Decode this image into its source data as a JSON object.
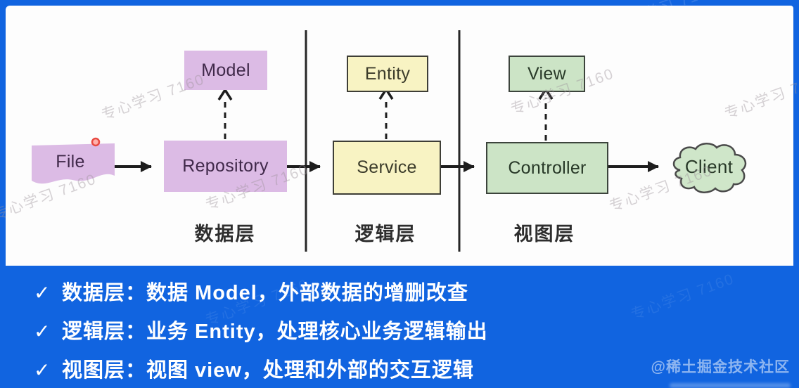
{
  "canvas": {
    "nodes": {
      "file": {
        "label": "File"
      },
      "repository": {
        "label": "Repository"
      },
      "model": {
        "label": "Model"
      },
      "service": {
        "label": "Service"
      },
      "entity": {
        "label": "Entity"
      },
      "controller": {
        "label": "Controller"
      },
      "view": {
        "label": "View"
      },
      "client": {
        "label": "Client"
      }
    },
    "layer_labels": [
      {
        "label": "数据层"
      },
      {
        "label": "逻辑层"
      },
      {
        "label": "视图层"
      }
    ]
  },
  "notes": [
    {
      "check": "✓",
      "text": "数据层：数据 Model，外部数据的增删改查"
    },
    {
      "check": "✓",
      "text": "逻辑层：业务 Entity，处理核心业务逻辑输出"
    },
    {
      "check": "✓",
      "text": "视图层：视图 view，处理和外部的交互逻辑"
    }
  ],
  "watermarks": {
    "study": "专心学习 7160",
    "community": "@稀土掘金技术社区"
  },
  "colors": {
    "background_blue": "#1164e0",
    "purple_fill": "#dcbbe5",
    "yellow_fill": "#f8f3c3",
    "green_fill": "#cce4c6",
    "arrow": "#1d1d1d",
    "note_text": "#ffffff"
  }
}
